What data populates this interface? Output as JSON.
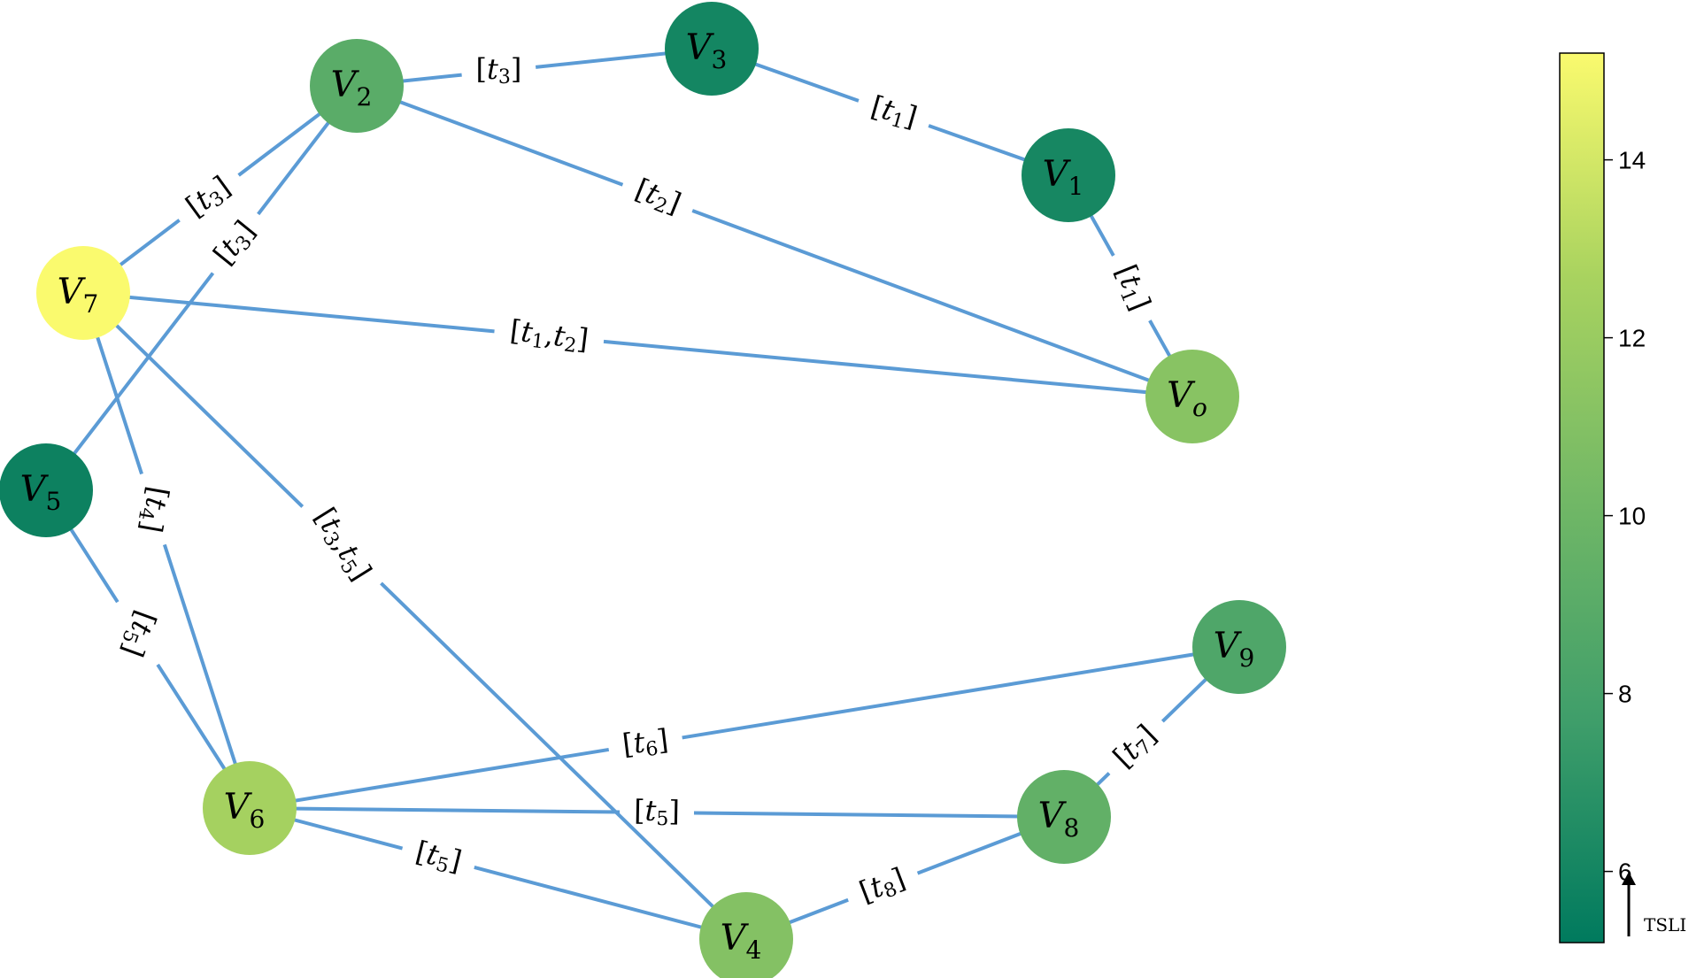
{
  "graph": {
    "nodes": [
      {
        "id": "V0",
        "base": "V",
        "sub": "o",
        "value": 11.2
      },
      {
        "id": "V1",
        "base": "V",
        "sub": "1",
        "value": 6.1
      },
      {
        "id": "V2",
        "base": "V",
        "sub": "2",
        "value": 9.0
      },
      {
        "id": "V3",
        "base": "V",
        "sub": "3",
        "value": 6.0
      },
      {
        "id": "V4",
        "base": "V",
        "sub": "4",
        "value": 11.0
      },
      {
        "id": "V5",
        "base": "V",
        "sub": "5",
        "value": 5.7
      },
      {
        "id": "V6",
        "base": "V",
        "sub": "6",
        "value": 12.5
      },
      {
        "id": "V7",
        "base": "V",
        "sub": "7",
        "value": 15.2
      },
      {
        "id": "V8",
        "base": "V",
        "sub": "8",
        "value": 9.4
      },
      {
        "id": "V9",
        "base": "V",
        "sub": "9",
        "value": 8.5
      }
    ],
    "edges": [
      {
        "from": "V2",
        "to": "V3",
        "labels": [
          "3"
        ]
      },
      {
        "from": "V3",
        "to": "V1",
        "labels": [
          "1"
        ]
      },
      {
        "from": "V1",
        "to": "V0",
        "labels": [
          "1"
        ]
      },
      {
        "from": "V2",
        "to": "V7",
        "labels": [
          "3"
        ]
      },
      {
        "from": "V2",
        "to": "V5",
        "labels": [
          "3"
        ]
      },
      {
        "from": "V2",
        "to": "V0",
        "labels": [
          "2"
        ]
      },
      {
        "from": "V7",
        "to": "V0",
        "labels": [
          "1",
          "2"
        ]
      },
      {
        "from": "V7",
        "to": "V6",
        "labels": [
          "4"
        ]
      },
      {
        "from": "V7",
        "to": "V4",
        "labels": [
          "3",
          "5"
        ]
      },
      {
        "from": "V5",
        "to": "V6",
        "labels": [
          "5"
        ]
      },
      {
        "from": "V6",
        "to": "V9",
        "labels": [
          "6"
        ]
      },
      {
        "from": "V6",
        "to": "V8",
        "labels": [
          "5"
        ]
      },
      {
        "from": "V6",
        "to": "V4",
        "labels": [
          "5"
        ]
      },
      {
        "from": "V4",
        "to": "V8",
        "labels": [
          "8"
        ]
      },
      {
        "from": "V8",
        "to": "V9",
        "labels": [
          "7"
        ]
      }
    ],
    "edge_color": "#5b9bd5",
    "label_var": "t"
  },
  "colorbar": {
    "min": 5.2,
    "max": 15.2,
    "ticks": [
      "6",
      "8",
      "10",
      "12",
      "14"
    ],
    "title": "TSLI",
    "colormap": [
      "#007a5e",
      "#3f9e6a",
      "#72b866",
      "#a9d35f",
      "#fafa6e"
    ]
  }
}
